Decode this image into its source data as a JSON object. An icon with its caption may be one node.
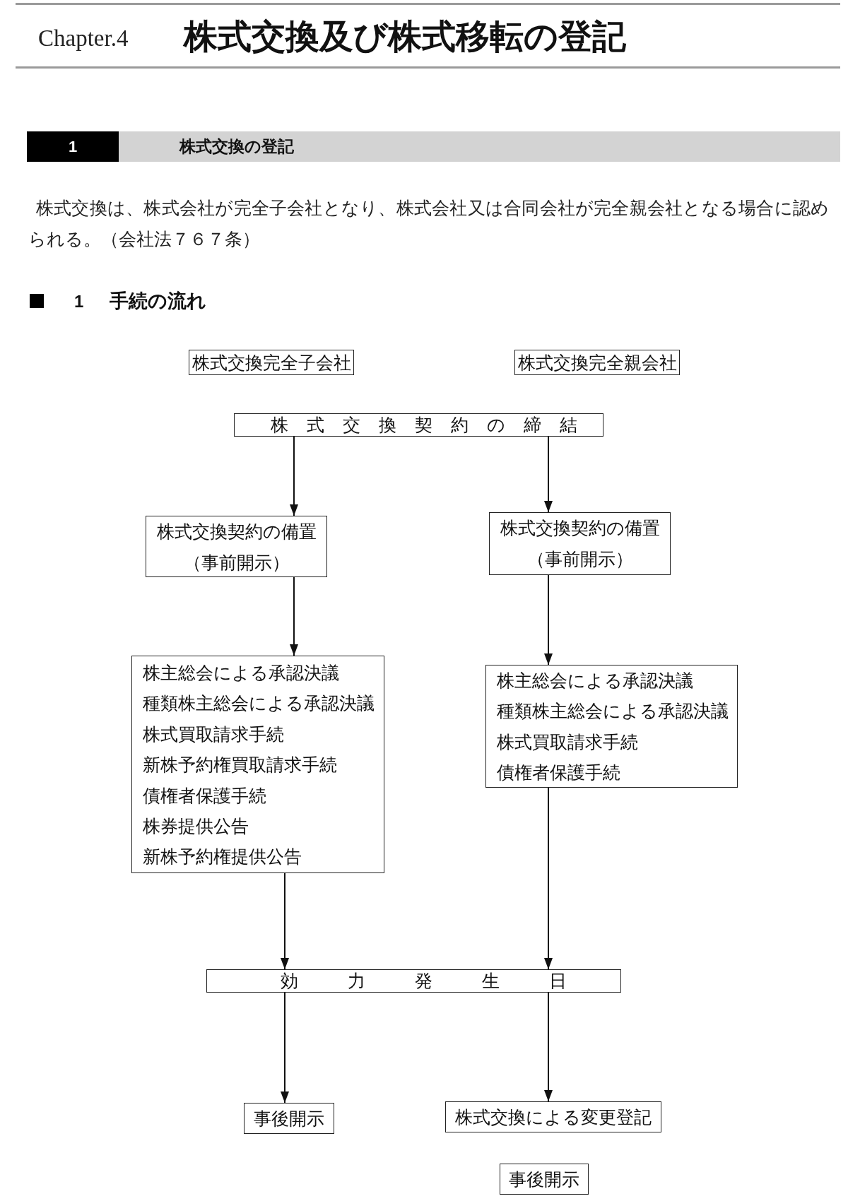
{
  "diagram": {
    "title": "株式交換及び株式移転の登記",
    "nodes": [
      {
        "text": [
          "株式交換完全子会社"
        ]
      },
      {
        "text": [
          "株式交換完全親会社"
        ]
      },
      {
        "text": [
          "株式交換契約の締結"
        ]
      },
      {
        "text": [
          "株式交換契約の備置",
          "（事前開示）"
        ]
      },
      {
        "text": [
          "株式交換契約の備置",
          "（事前開示）"
        ]
      },
      {
        "text": [
          "株主総会による承認決議",
          "種類株主総会による承認決議",
          "株式買取請求手続",
          "新株予約権買取請求手続",
          "債権者保護手続",
          "株券提供公告",
          "新株予約権提供公告"
        ]
      },
      {
        "text": [
          "株主総会による承認決議",
          "種類株主総会による承認決議",
          "株式買取請求手続",
          "債権者保護手続"
        ]
      },
      {
        "text": [
          "効力発生日"
        ]
      },
      {
        "text": [
          "事後開示"
        ]
      },
      {
        "text": [
          "株式交換による変更登記"
        ]
      },
      {
        "text": [
          "事後開示"
        ]
      }
    ],
    "edges": [
      {
        "from": 2,
        "to": 3,
        "arrow": "to"
      },
      {
        "from": 2,
        "to": 4,
        "arrow": "to"
      },
      {
        "from": 3,
        "to": 5,
        "arrow": "to"
      },
      {
        "from": 4,
        "to": 6,
        "arrow": "to"
      },
      {
        "from": 5,
        "to": 7,
        "arrow": "to"
      },
      {
        "from": 6,
        "to": 7,
        "arrow": "to"
      },
      {
        "from": 7,
        "to": 8,
        "arrow": "to"
      },
      {
        "from": 7,
        "to": 9,
        "arrow": "to"
      }
    ],
    "labels": [
      "Chapter.4",
      "1",
      "株式交換の登記",
      "株式交換は、株式会社が完全子会社となり、株式会社又は合同会社が完全親会社となる場合に認められる。（会社法７６７条）",
      "1",
      "手続の流れ"
    ]
  }
}
